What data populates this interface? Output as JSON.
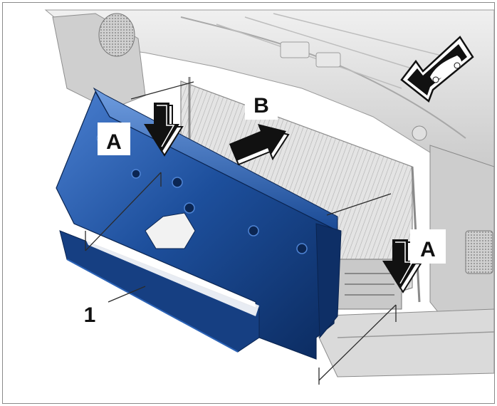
{
  "diagram": {
    "callouts": {
      "a_left": "A",
      "a_right": "A",
      "b": "B",
      "part_1": "1"
    },
    "icons": {
      "view_direction": "car-direction-arrow-icon",
      "press_arrow": "down-press-arrow-icon",
      "slide_arrow": "slide-arrow-icon"
    },
    "colors": {
      "part_blue": "#1d4f9c",
      "part_blue_dark": "#0e2f66",
      "line_gray": "#9a9a9a",
      "body_gray": "#d9d9d9"
    }
  }
}
